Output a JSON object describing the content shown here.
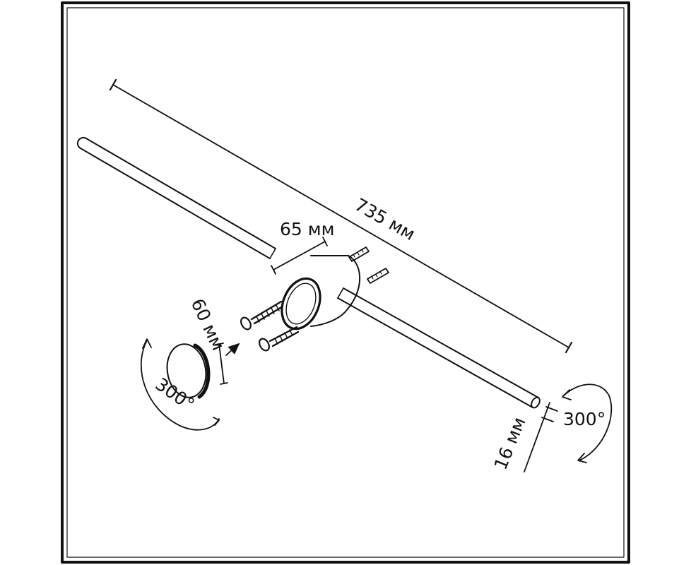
{
  "dimensions": {
    "length": "735 мм",
    "mount_width": "65 мм",
    "mount_diameter": "60 мм",
    "tube_diameter": "16 мм"
  },
  "rotation": {
    "left": "300°",
    "right": "300°"
  },
  "colors": {
    "line": "#111111",
    "frame": "#111111",
    "background": "#ffffff"
  }
}
